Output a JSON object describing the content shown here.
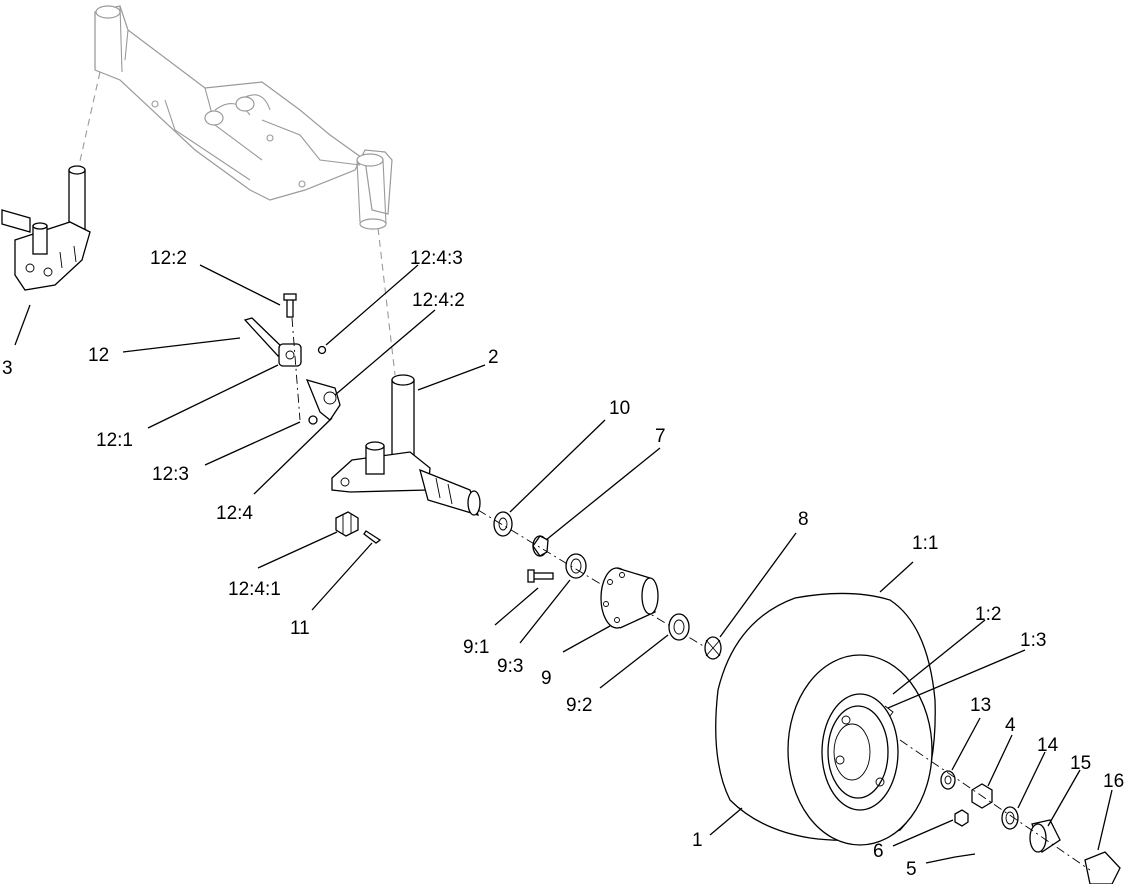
{
  "callouts": {
    "c1": "1",
    "c1_1": "1:1",
    "c1_2": "1:2",
    "c1_3": "1:3",
    "c2": "2",
    "c3": "3",
    "c4": "4",
    "c5": "5",
    "c6": "6",
    "c7": "7",
    "c8": "8",
    "c9": "9",
    "c9_1": "9:1",
    "c9_2": "9:2",
    "c9_3": "9:3",
    "c10": "10",
    "c11": "11",
    "c12": "12",
    "c12_1": "12:1",
    "c12_2": "12:2",
    "c12_3": "12:3",
    "c12_4": "12:4",
    "c12_4_1": "12:4:1",
    "c12_4_2": "12:4:2",
    "c12_4_3": "12:4:3",
    "c13": "13",
    "c14": "14",
    "c15": "15",
    "c16": "16"
  }
}
